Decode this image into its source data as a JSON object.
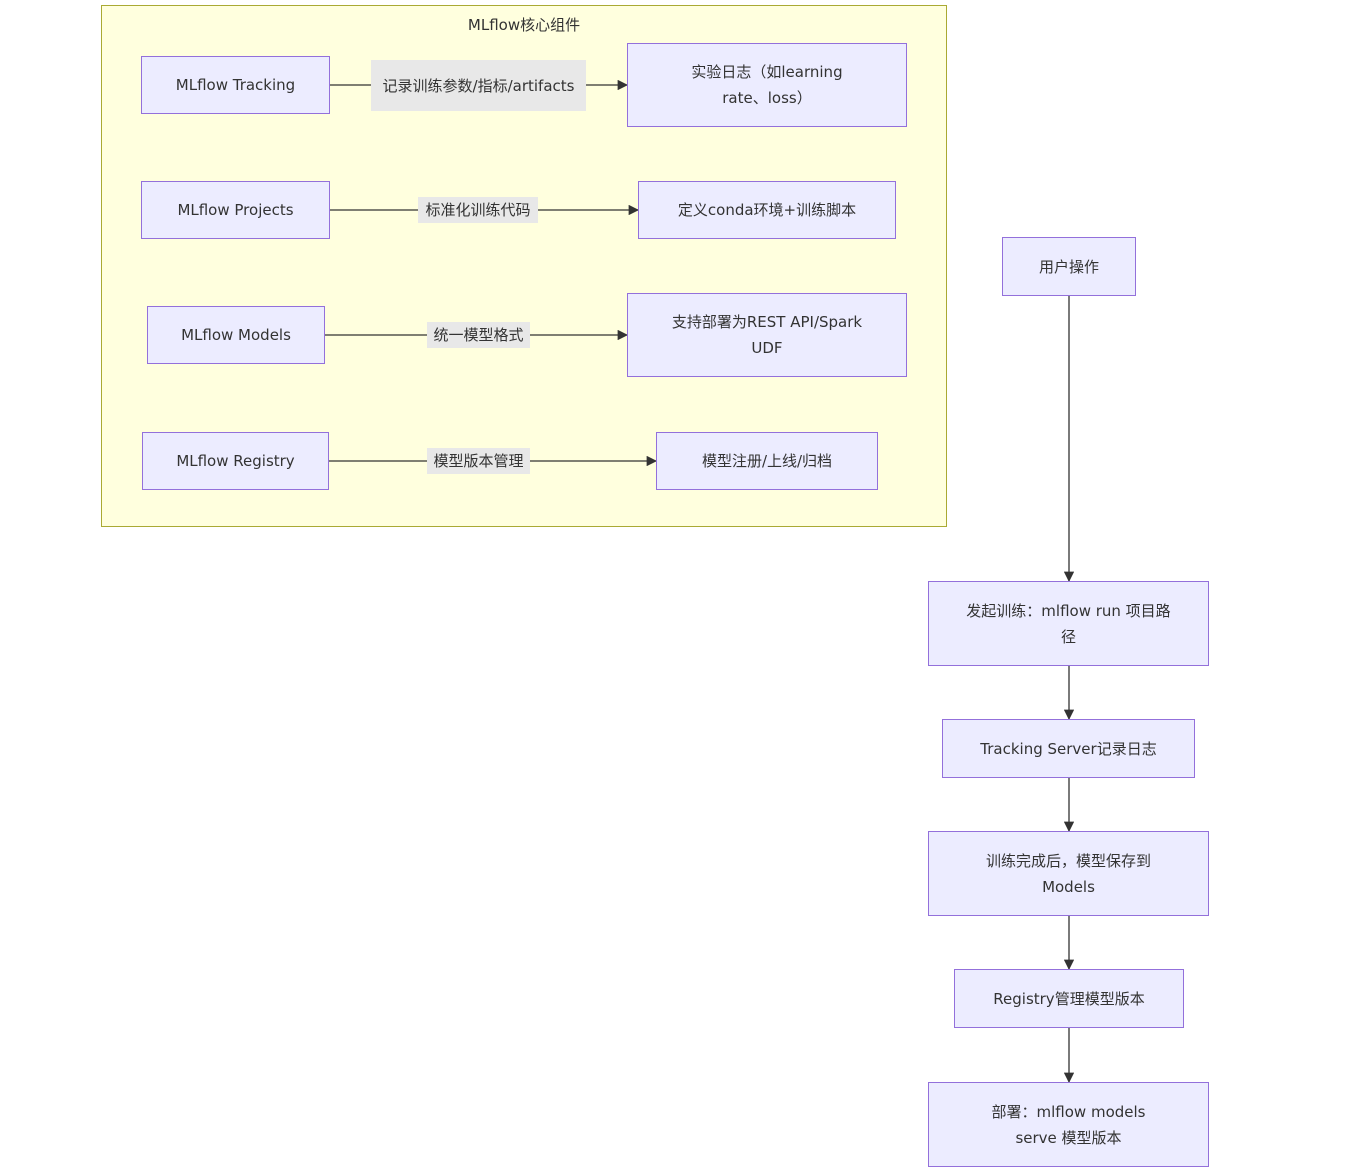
{
  "cluster": {
    "title": "MLflow核心组件"
  },
  "components": [
    {
      "name": "MLflow Tracking",
      "edge_label": "记录训练参数/指标/artifacts",
      "target": "实验日志（如learning rate、loss）"
    },
    {
      "name": "MLflow Projects",
      "edge_label": "标准化训练代码",
      "target": "定义conda环境+训练脚本"
    },
    {
      "name": "MLflow Models",
      "edge_label": "统一模型格式",
      "target": "支持部署为REST API/Spark UDF"
    },
    {
      "name": "MLflow Registry",
      "edge_label": "模型版本管理",
      "target": "模型注册/上线/归档"
    }
  ],
  "workflow": [
    "用户操作",
    "发起训练：mlflow run 项目路径",
    "Tracking Server记录日志",
    "训练完成后，模型保存到Models",
    "Registry管理模型版本",
    "部署：mlflow models serve 模型版本"
  ],
  "colors": {
    "cluster_fill": "#ffffde",
    "cluster_stroke": "#aaaa33",
    "node_fill": "#ececff",
    "node_stroke": "#9370db",
    "edge": "#333333",
    "edge_label_bg": "#e8e8e8"
  }
}
